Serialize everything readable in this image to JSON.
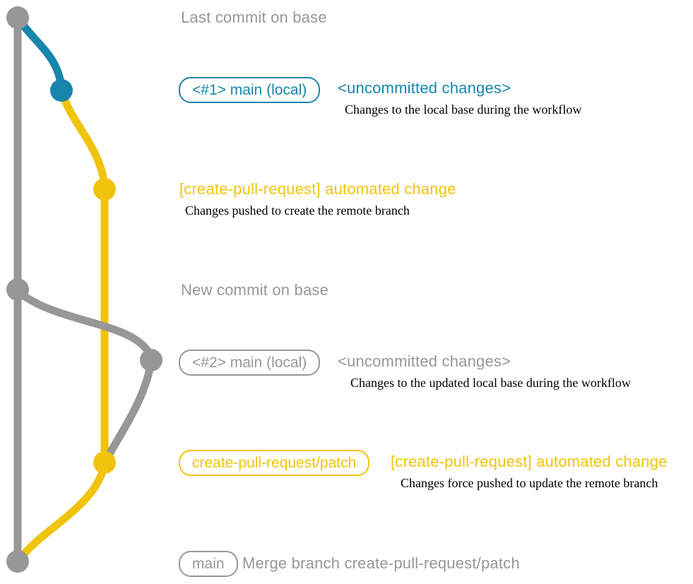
{
  "colors": {
    "gray": "#979797",
    "blue": "#1786ab",
    "yellow": "#f0c40c",
    "description_text": "#000000",
    "background": "#ffffff"
  },
  "graph": {
    "branches": [
      {
        "name": "base",
        "color": "#979797"
      },
      {
        "name": "main (local)",
        "color": "#1786ab"
      },
      {
        "name": "create-pull-request/patch",
        "color": "#f0c40c"
      }
    ],
    "commits": [
      {
        "id": "last-commit-on-base",
        "branch": "base",
        "color": "#979797"
      },
      {
        "id": "uncommitted-changes-1",
        "branch": "main (local)",
        "color": "#1786ab"
      },
      {
        "id": "automated-change-1",
        "branch": "create-pull-request/patch",
        "color": "#f0c40c"
      },
      {
        "id": "new-commit-on-base",
        "branch": "base",
        "color": "#979797"
      },
      {
        "id": "uncommitted-changes-2",
        "branch": "main (local)",
        "color": "#979797"
      },
      {
        "id": "automated-change-2",
        "branch": "create-pull-request/patch",
        "color": "#f0c40c"
      },
      {
        "id": "merge-commit",
        "branch": "base",
        "color": "#979797"
      }
    ]
  },
  "annotations": {
    "last_commit": "Last commit on base",
    "row1": {
      "branch_label": "<#1> main (local)",
      "heading": "<uncommitted changes>",
      "description": "Changes to the local base during the workflow"
    },
    "row2": {
      "heading": "[create-pull-request] automated change",
      "description": "Changes pushed to create the remote branch"
    },
    "new_commit": "New commit on base",
    "row3": {
      "branch_label": "<#2> main (local)",
      "heading": "<uncommitted changes>",
      "description": "Changes to the updated local base during the workflow"
    },
    "row4": {
      "branch_label": "create-pull-request/patch",
      "heading": "[create-pull-request] automated change",
      "description": "Changes force pushed to update the remote branch"
    },
    "row5": {
      "branch_label": "main",
      "heading": "Merge branch create-pull-request/patch"
    }
  }
}
